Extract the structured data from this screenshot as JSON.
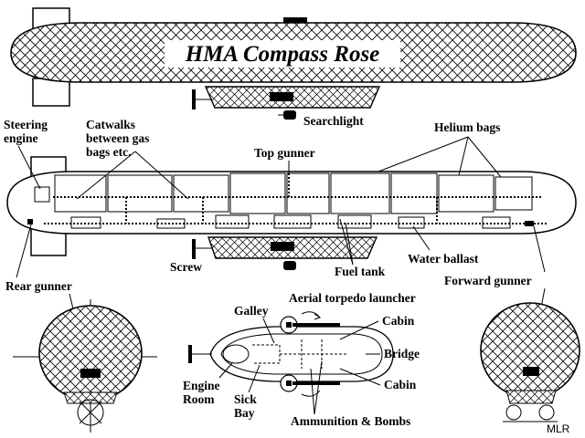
{
  "ship_name": "HMA Compass Rose",
  "labels": {
    "searchlight": "Searchlight",
    "steering_engine_1": "Steering",
    "steering_engine_2": "engine",
    "catwalks_1": "Catwalks",
    "catwalks_2": "between gas",
    "catwalks_3": "bags etc.",
    "top_gunner": "Top gunner",
    "helium_bags": "Helium bags",
    "screw": "Screw",
    "fuel_tank": "Fuel tank",
    "water_ballast": "Water ballast",
    "rear_gunner": "Rear gunner",
    "forward_gunner": "Forward gunner",
    "galley": "Galley",
    "aerial_torpedo_launcher": "Aerial torpedo launcher",
    "cabin_top": "Cabin",
    "bridge": "Bridge",
    "cabin_bottom": "Cabin",
    "engine_room_1": "Engine",
    "engine_room_2": "Room",
    "sick_bay_1": "Sick",
    "sick_bay_2": "Bay",
    "ammunition_bombs": "Ammunition & Bombs"
  },
  "signature": "MLR"
}
